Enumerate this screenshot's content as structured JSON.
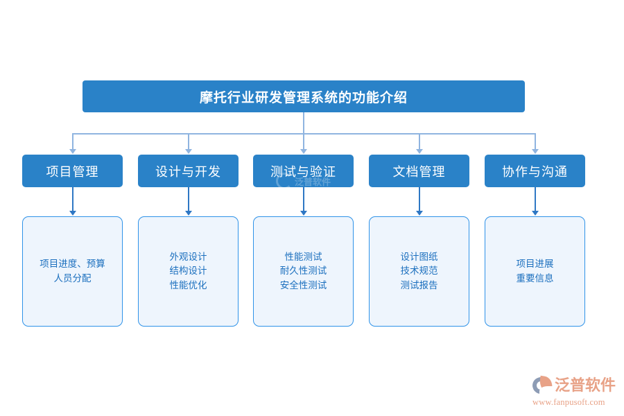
{
  "diagram": {
    "title": "摩托行业研发管理系统的功能介绍",
    "colors": {
      "primary_blue": "#2a82c8",
      "light_fill": "#eef5fd",
      "light_border": "#2e92e8",
      "detail_text": "#1b6fbe",
      "connector_light": "#8fb4e0",
      "connector_dark": "#2e77c4",
      "logo_accent": "#e8a287",
      "logo_gray": "#8d9cb5"
    },
    "branches": [
      {
        "id": "project-management",
        "category": "项目管理",
        "details": "项目进度、预算\n人员分配"
      },
      {
        "id": "design-development",
        "category": "设计与开发",
        "details": "外观设计\n结构设计\n性能优化"
      },
      {
        "id": "testing-validation",
        "category": "测试与验证",
        "details": "性能测试\n耐久性测试\n安全性测试"
      },
      {
        "id": "document-management",
        "category": "文档管理",
        "details": "设计图纸\n技术规范\n测试报告"
      },
      {
        "id": "collaboration-communication",
        "category": "协作与沟通",
        "details": "项目进展\n重要信息"
      }
    ]
  },
  "watermark": {
    "text": "泛普软件"
  },
  "logo": {
    "name": "泛普软件",
    "url": "www.fanpusoft.com"
  }
}
